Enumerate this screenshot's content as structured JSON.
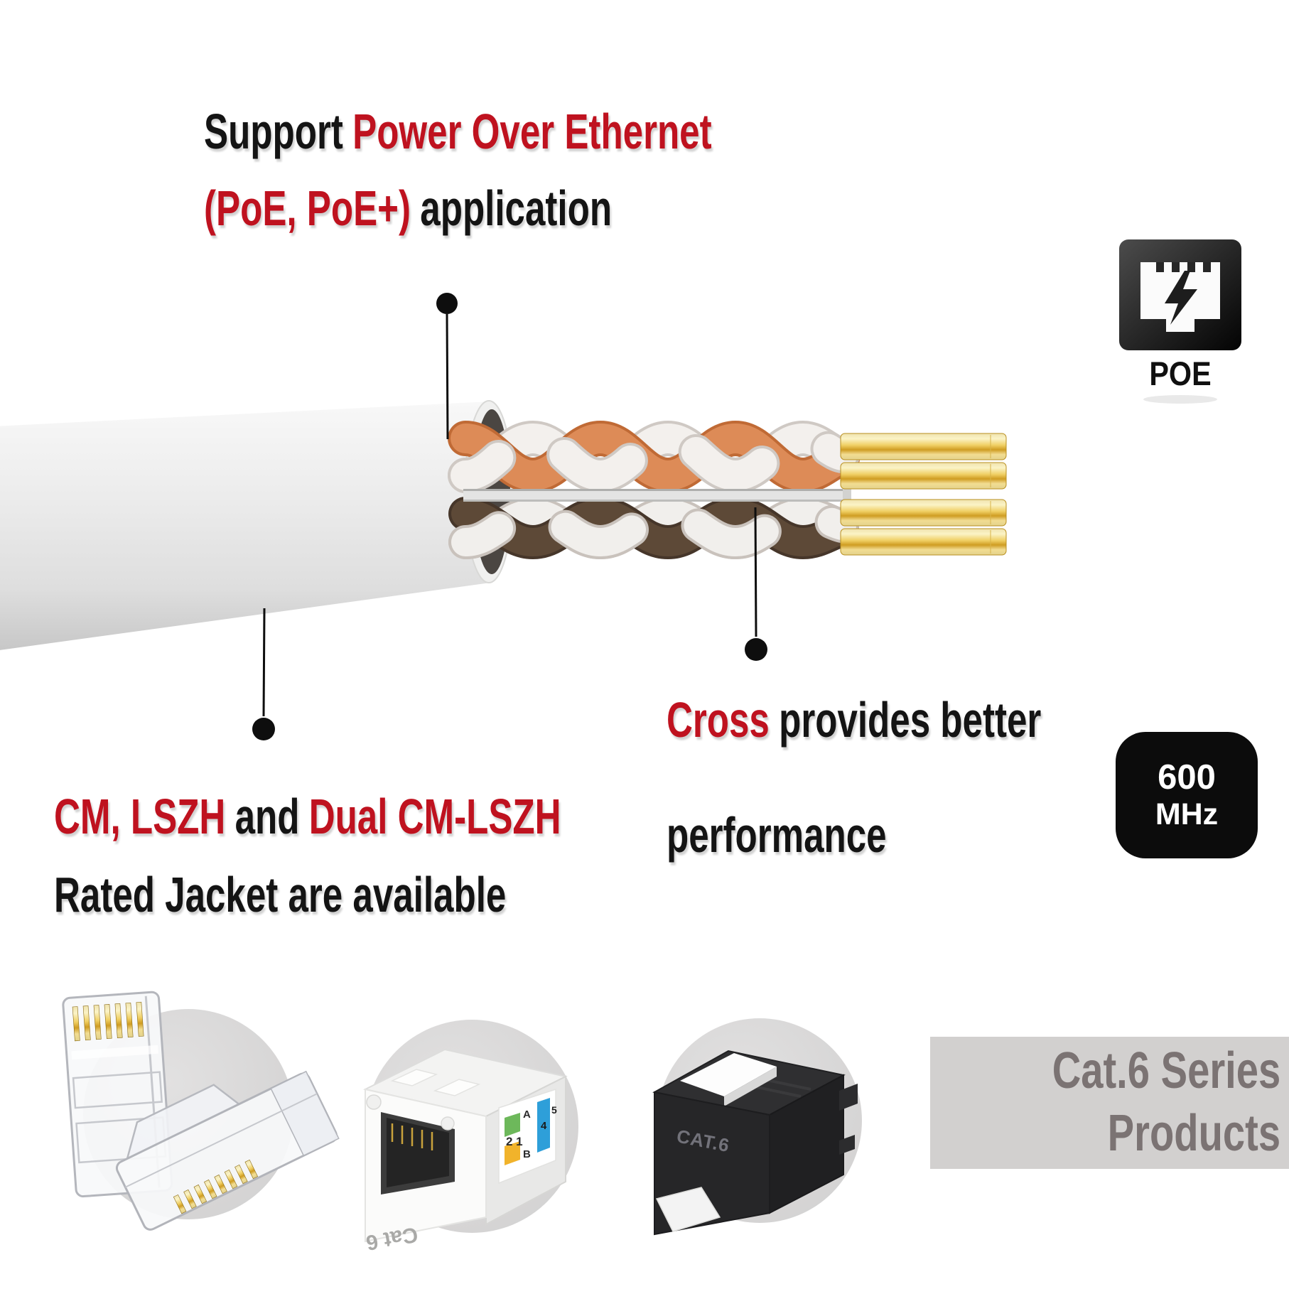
{
  "headline": {
    "support": "Support",
    "poe_red": "Power Over Ethernet",
    "paren_red": "(PoE, PoE+)",
    "application": "application"
  },
  "poe_badge": {
    "label": "POE",
    "icon": "poe-rj45-lightning-icon"
  },
  "cross_note": {
    "highlight": "Cross",
    "rest": "provides better",
    "line2": "performance"
  },
  "bandwidth_badge": {
    "value": "600",
    "unit": "MHz"
  },
  "jacket_note": {
    "red1": "CM, LSZH",
    "mid": "and",
    "red2": "Dual CM-LSZH",
    "line2": "Rated Jacket are available"
  },
  "series_box": {
    "line1": "Cat.6 Series",
    "line2": "Products"
  },
  "products": {
    "plugs": {
      "name": "rj45-connector-plugs"
    },
    "white_keystone": {
      "front_label": "Cat 6",
      "side_label": {
        "a": "A",
        "b": "B",
        "n21": "2 1",
        "n4": "4",
        "n5": "5"
      }
    },
    "black_keystone": {
      "front_label": "CAT.6"
    }
  },
  "colors": {
    "accent_red": "#bf121f",
    "text_black": "#141414",
    "jacket_gray": "#ececec",
    "wire_orange": "#dd8b57",
    "wire_brown": "#5d4937",
    "wire_white": "#f3f0ed",
    "pin_gold": "#e9c75e",
    "badge_bg": "#0c0c0c",
    "circle_bg": "#d8d7d7",
    "series_bg": "#d2d0cf",
    "series_text": "#7b7373"
  }
}
